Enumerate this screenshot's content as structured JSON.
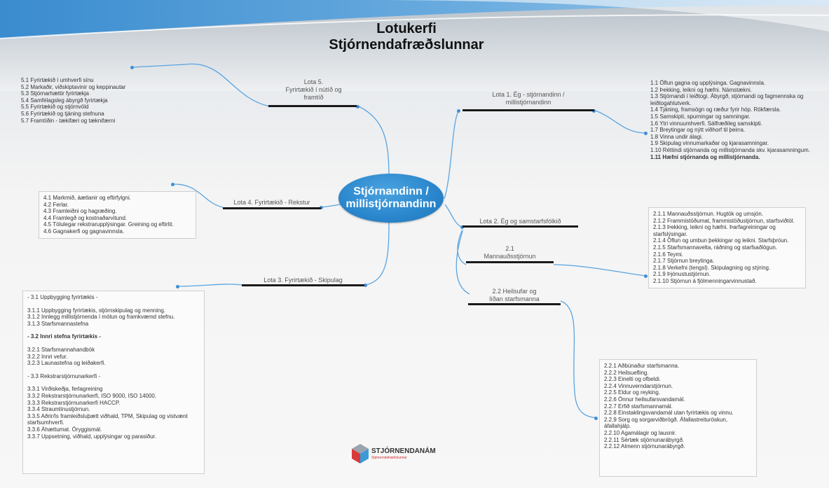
{
  "title": {
    "line1": "Lotukerfi",
    "line2": "Stjórnendafræðslunnar"
  },
  "center": {
    "line1": "Stjórnandinn /",
    "line2": "millistjórnandinn"
  },
  "colors": {
    "accent": "#2a86cc",
    "connector": "#3d8fd6",
    "bar": "#1a1a1a"
  },
  "lotas": {
    "lota5": {
      "line1": "Lota 5.",
      "line2": "Fyrirtækið í nútíð og",
      "line3": "framtíð"
    },
    "lota4": {
      "line1": "Lota 4. Fyrirtækið - Rekstur"
    },
    "lota3": {
      "line1": "Lota 3. Fyrirtækið - Skipulag"
    },
    "lota1": {
      "line1": "Lota 1. Ég - stjórnandinn /",
      "line2": "millistjórnandinn"
    },
    "lota2": {
      "line1": "Lota 2. Ég og samstarfsfólkið"
    },
    "sub21": {
      "line1": "2.1",
      "line2": "Mannauðsstjórnun"
    },
    "sub22": {
      "line1": "2.2 Heilsufar og",
      "line2": "líðan starfsmanna"
    }
  },
  "list5": [
    "5.1 Fyrirtækið í umhverfi sínu",
    "5.2 Markaðir, viðskiptavinir og keppinautar",
    "5.3 Stjórnarhættir fyrirtækja",
    "5.4 Samfélagsleg ábyrgð fyrirtækja",
    "5.5 Fyrirtækið og stjórnvöld",
    "5.6 Fyrirtækið og tjáning stefnuna",
    "5.7 Framtíðin - tækifæri og tæknifærni"
  ],
  "list4": [
    "4.1 Markmið, áætlanir og eftirfylgni.",
    "4.2 Ferlar.",
    "4.3 Framleiðni og hagræðing.",
    "4.4 Framlegð og kostnaðarvitund.",
    "4.5 Tölulegar rekstrarupplýsingar. Greining og eftirlit.",
    "4.6 Gagnakerfi og gagnavinnsla."
  ],
  "list1": [
    "1.1 Öflun gagna og upplýsinga. Gagnavinnsla.",
    "1.2 Þekking, leikni og hæfni. Námstækni.",
    "1.3 Stjórnandi í leiðtogi. Ábyrgð, stjórnandi og fagmennska og leiðtogahlutverk.",
    "1.4 Tjáning, framsögn og ræður fyrir hóp. Rökfærsla.",
    "1.5 Samskipti, spurningar og samningar.",
    "1.6 Ytri vinnuumhverfi. Sálfræðileg samskipti.",
    "1.7 Breytingar og nýtt viðhorf til þeirra.",
    "1.8 Vinna undir álagi.",
    "1.9 Skipulag vinnumarkaðar og kjarasamningar.",
    "1.10 Réttindi stjórnanda og millistjórnanda skv. kjarasamningum.",
    "1.11 Hæfni stjórnanda og millistjórnanda."
  ],
  "list21": [
    "2.1.1 Mannauðsstjórnun. Hugtök og umsjón.",
    "2.1.2 Frammistöðumat, frammistöðustjórnun, starfsviðtöl.",
    "2.1.3 Þekking, leikni og hæfni. Þarfagreiningar og starfslýsingar.",
    "2.1.4 Öflun og umbun þekkingar og leikni. Starfsþróun.",
    "2.1.5 Starfsmannavelta, ráðning og starfsaðlögun.",
    "2.1.6 Teymi.",
    "2.1.7 Stjórnun breytinga.",
    "2.1.8 Verkefni (tengsl). Skipulagning og stýring.",
    "2.1.9 Þjónustustjórnun.",
    "2.1.10 Stjórnun á fjölmenningarvinnustað."
  ],
  "list22": [
    "2.2.1 Aðbúnaður starfsmanna.",
    "2.2.2 Heilsuefling.",
    "2.2.3 Einelti og ofbeldi.",
    "2.2.4 Vinnuverndarstjórnun.",
    "2.2.5 Eldur og reyking.",
    "2.2.6 Önnur heilsufarsvandamál.",
    "2.2.7 Erfið starfsmannamál.",
    "2.2.8 Einstaklingsvandamál utan fyrirtækis og vinnu.",
    "2.2.9 Sorg og sorgarviðbrögð. Áfallastreituröskun, áfallahjálp.",
    "2.2.10 Agamálagir og lausnir.",
    "2.2.11 Sértæk stjórnunarábyrgð.",
    "2.2.12 Almenn stjórnunarábyrgð."
  ],
  "list3": {
    "h1": "- 3.1 Uppbygging fyrirtækis -",
    "g1": [
      "3.1.1 Uppbygging fyrirtækis, stjórnskipulag og menning.",
      "3.1.2 Innlegg millistjórnenda í mótun og framkvæmd stefnu.",
      "3.1.3 Starfsmannastefna"
    ],
    "h2": "- 3.2 Innri stefna fyrirtækis -",
    "g2": [
      "3.2.1 Starfsmannahandbók",
      "3.2.2 Innri vefur.",
      "3.2.3 Launastefna og leiðakerfi."
    ],
    "h3": "- 3.3 Rekstrarstjórnunarkerfi -",
    "g3": [
      "3.3.1 Virðiskeðja, ferlagreining",
      "3.3.2 Rekstrarstjórnunarkerfi, ISO 9000, ISO 14000.",
      "3.3.3 Rekstrarstjórnunarkerfi HACCP.",
      "3.3.4 Straumlínustjórnun.",
      "3.3.5 Aðrir/Is framleiðsluþætt viðhald, TPM, Skipulag og vistvænt starfsumhverfi.",
      "3.3.6 Áhættumat. Öryggismál.",
      "3.3.7 Uppsetning, viðhald, upplýsingar og parasiður."
    ]
  },
  "logo": {
    "name": "STJÓRNENDANÁM",
    "tagline": "Stjórnendafræðslunnar"
  }
}
